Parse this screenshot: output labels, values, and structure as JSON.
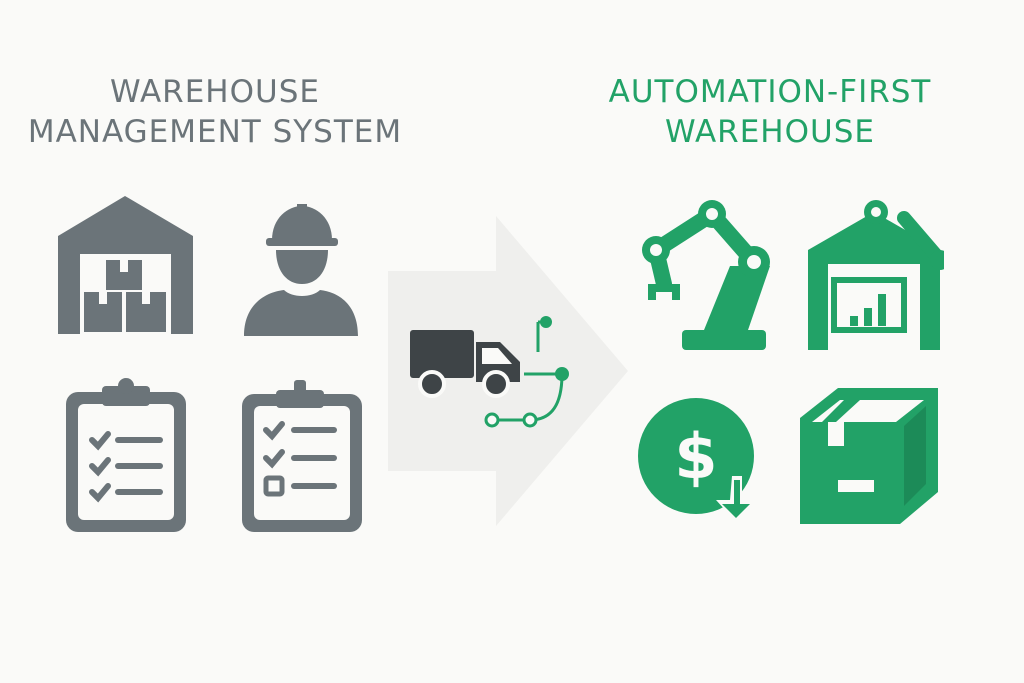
{
  "left": {
    "title_line1": "Warehouse",
    "title_line2": "Management System",
    "icons": [
      "warehouse-icon",
      "worker-icon",
      "checklist-icon",
      "checklist-icon"
    ]
  },
  "right": {
    "title_line1": "Automation-First",
    "title_line2": "Warehouse",
    "icons": [
      "robot-arm-icon",
      "smart-warehouse-icon",
      "cost-reduction-icon",
      "package-icon"
    ]
  },
  "center": {
    "icons": [
      "arrow-icon",
      "delivery-truck-icon",
      "route-icon"
    ]
  },
  "colors": {
    "gray": "#6b7479",
    "green": "#22a267",
    "dark": "#3e4447",
    "arrow": "#efefed"
  }
}
